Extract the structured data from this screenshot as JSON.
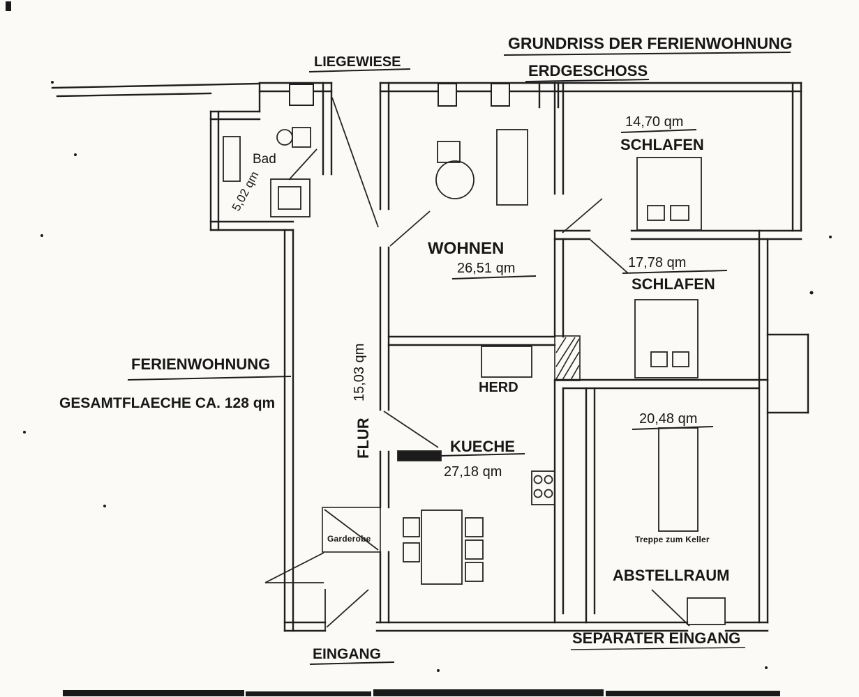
{
  "colors": {
    "paper": "#fbfaf6",
    "ink": "#1b1b1b",
    "faded": "#3a3a3a"
  },
  "header": {
    "title": "GRUNDRISS DER FERIENWOHNUNG",
    "subtitle": "ERDGESCHOSS"
  },
  "outdoor": {
    "lawn": "LIEGEWIESE"
  },
  "info": {
    "name": "FERIENWOHNUNG",
    "total": "GESAMTFLAECHE CA. 128 qm"
  },
  "rooms": {
    "bad": {
      "name": "Bad",
      "area": "5,02 qm"
    },
    "schlafen1": {
      "name": "SCHLAFEN",
      "area": "14,70 qm"
    },
    "schlafen2": {
      "name": "SCHLAFEN",
      "area": "17,78 qm"
    },
    "wohnen": {
      "name": "WOHNEN",
      "area": "26,51 qm"
    },
    "flur": {
      "name": "FLUR",
      "area": "15,03 qm"
    },
    "kueche": {
      "name": "KUECHE",
      "area": "27,18 qm"
    },
    "abstellraum": {
      "name": "ABSTELLRAUM",
      "area": "20,48 qm"
    }
  },
  "features": {
    "herd": "HERD",
    "garderobe": "Garderobe",
    "treppe_keller": "Treppe zum Keller"
  },
  "entrances": {
    "main": "EINGANG",
    "separate": "SEPARATER EINGANG"
  }
}
